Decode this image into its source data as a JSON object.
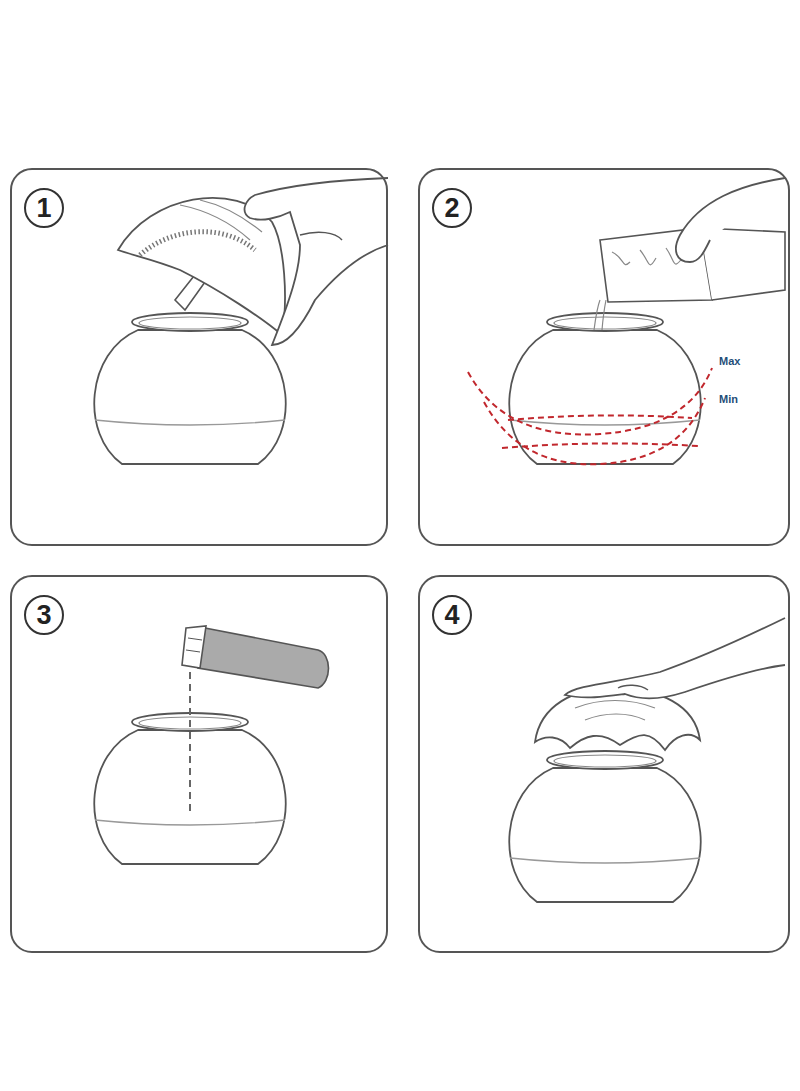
{
  "diagram": {
    "nodes": [
      {
        "text": [
          "1"
        ]
      },
      {
        "text": [
          "2"
        ]
      },
      {
        "text": [
          "3"
        ]
      },
      {
        "text": [
          "4"
        ]
      }
    ],
    "labels": [
      "Max",
      "Min"
    ]
  }
}
